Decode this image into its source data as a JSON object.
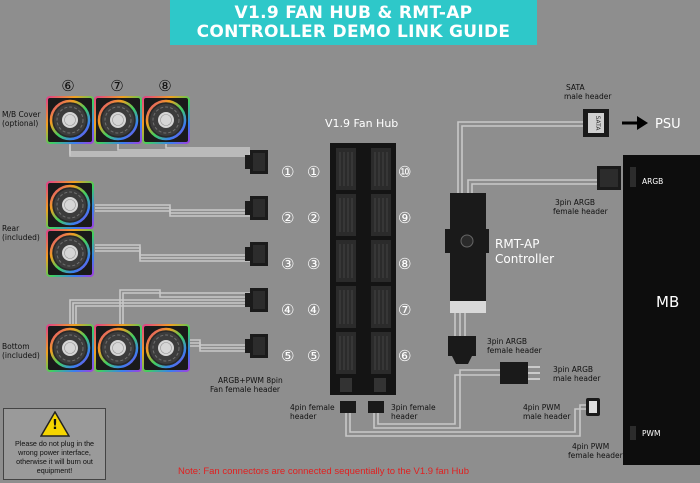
{
  "title": {
    "line1": "V1.9 FAN HUB & RMT-AP",
    "line2": "CONTROLLER DEMO LINK GUIDE"
  },
  "fan_numbers_top": [
    "⑥",
    "⑦",
    "⑧"
  ],
  "fan_groups": {
    "mb_cover": "M/B Cover",
    "mb_cover_sub": "(optional)",
    "rear": "Rear",
    "rear_sub": "(included)",
    "bottom": "Bottom",
    "bottom_sub": "(included)"
  },
  "connector_numbers": [
    "①",
    "②",
    "③",
    "④",
    "⑤"
  ],
  "hub": {
    "title": "V1.9 Fan Hub",
    "left_numbers": [
      "①",
      "②",
      "③",
      "④",
      "⑤"
    ],
    "right_numbers": [
      "⑩",
      "⑨",
      "⑧",
      "⑦",
      "⑥"
    ],
    "fan_header_label1": "ARGB+PWM 8pin",
    "fan_header_label2": "Fan female header",
    "pin4_label1": "4pin female",
    "pin4_label2": "header",
    "pin3_label1": "3pin female",
    "pin3_label2": "header"
  },
  "controller": {
    "name1": "RMT-AP",
    "name2": "Controller"
  },
  "sata": {
    "label1": "SATA",
    "label2": "male header",
    "text": "SATA"
  },
  "psu": "PSU",
  "argb_female_top": {
    "l1": "3pin ARGB",
    "l2": "female header"
  },
  "argb_female_ctrl": {
    "l1": "3pin ARGB",
    "l2": "female header"
  },
  "argb_male": {
    "l1": "3pin ARGB",
    "l2": "male header"
  },
  "pwm_male": {
    "l1": "4pin PWM",
    "l2": "male header"
  },
  "pwm_female": {
    "l1": "4pin PWM",
    "l2": "female header"
  },
  "mb": {
    "label": "MB",
    "argb": "ARGB",
    "pwm": "PWM"
  },
  "warning": {
    "icon": "!",
    "text": "Please do not plug in the wrong power interface, otherwise it will burn out equipment!"
  },
  "note": "Note: Fan connectors are connected sequentially to the V1.9 fan Hub"
}
